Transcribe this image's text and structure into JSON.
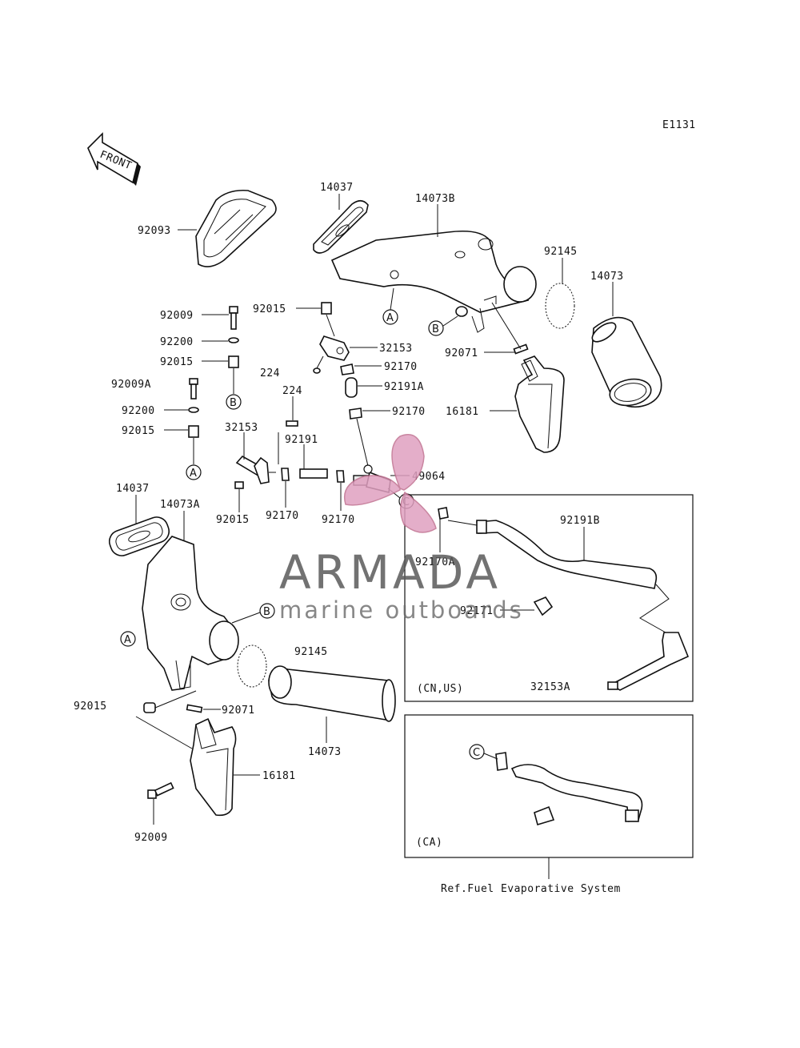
{
  "diagram_code": "E1131",
  "front_label": "FRONT",
  "part_labels": {
    "p92093": "92093",
    "p14037_top": "14037",
    "p14073B": "14073B",
    "p92145_top": "92145",
    "p14073_top": "14073",
    "p92009_a": "92009",
    "p92200_a": "92200",
    "p92015_a": "92015",
    "p92015_b": "92015",
    "p32153_top": "32153",
    "p92170_a": "92170",
    "p92191A": "92191A",
    "p92071_top": "92071",
    "p224_a": "224",
    "p224_b": "224",
    "p92009A": "92009A",
    "p92200_b": "92200",
    "p92015_c": "92015",
    "p92170_b": "92170",
    "p16181_top": "16181",
    "p32153_mid": "32153",
    "p92191": "92191",
    "p49064": "49064",
    "p92015_d": "92015",
    "p92170_c": "92170",
    "p92170_d": "92170",
    "p14037_bot": "14037",
    "p14073A": "14073A",
    "p92170A": "92170A",
    "p92191B": "92191B",
    "p92171": "92171",
    "p32153A": "32153A",
    "p92145_bot": "92145",
    "p92015_e": "92015",
    "p92071_bot": "92071",
    "p14073_bot": "14073",
    "p16181_bot": "16181",
    "p92009_b": "92009"
  },
  "callouts": {
    "a": "A",
    "b": "B",
    "c": "C"
  },
  "boxes": {
    "cn_us": "(CN,US)",
    "ca": "(CA)"
  },
  "reference": "Ref.Fuel Evaporative System",
  "watermark": {
    "brand": "ARMADA",
    "tagline": "marine outboards",
    "logo_color": "#e0a0c0"
  }
}
